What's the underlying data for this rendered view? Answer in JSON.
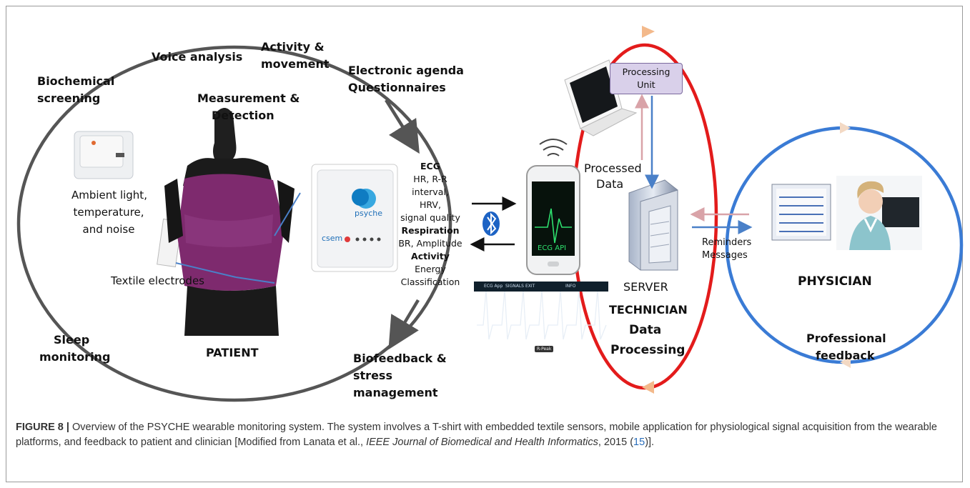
{
  "diagram": {
    "loop_labels": {
      "voice_analysis": "Voice analysis",
      "activity_line1": "Activity &",
      "activity_line2": "movement",
      "agenda_line1": "Electronic agenda",
      "agenda_line2": "Questionnaires",
      "biochem_line1": "Biochemical",
      "biochem_line2": "screening",
      "measure_line1": "Measurement &",
      "measure_line2": "Detection",
      "sleep_line1": "Sleep",
      "sleep_line2": "monitoring",
      "patient": "PATIENT",
      "bio_line1": "Biofeedback &",
      "bio_line2": "stress",
      "bio_line3": "management"
    },
    "ambient": {
      "line1": "Ambient light,",
      "line2": "temperature,",
      "line3": "and noise"
    },
    "textile_electrodes": "Textile electrodes",
    "device_brand": "psyche",
    "device_maker": "csem",
    "sensor_specs": {
      "ecg_title": "ECG",
      "ecg_line1": "HR, R-R interval,",
      "ecg_line2": "HRV,",
      "ecg_line3": "signal quality",
      "resp_title": "Respiration",
      "resp_line1": "BR, Amplitude",
      "act_title": "Activity",
      "act_line1": "Energy",
      "act_line2": "Classification"
    },
    "phone_screen_label": "ECG API",
    "app_screen": {
      "app_name": "ECG App",
      "tab1": "SIGNALS",
      "tab2": "EXIT",
      "tab3": "INFO",
      "badge": "R-Peak"
    },
    "processing_unit_line1": "Processing",
    "processing_unit_line2": "Unit",
    "processed_line1": "Processed",
    "processed_line2": "Data",
    "server_label": "SERVER",
    "technician_line1": "TECHNICIAN",
    "technician_line2": "Data",
    "technician_line3": "Processing",
    "reminders_line1": "Reminders",
    "reminders_line2": "Messages",
    "physician_label": "PHYSICIAN",
    "professional_line1": "Professional",
    "professional_line2": "feedback",
    "colors": {
      "patient_loop": "#555555",
      "technician_loop": "#e31b1b",
      "physician_loop": "#3a7bd5",
      "loop_arrowhead": "#f3b98b",
      "sensor_box": "#c9dcf5",
      "processing_unit": "#d9d0ea",
      "vest": "#7e2a6e"
    }
  },
  "caption": {
    "figure_label": "FIGURE 8 |",
    "text_part1": " Overview of the PSYCHE wearable monitoring system. The system involves a T-shirt with embedded textile sensors, mobile application for physiological signal acquisition from the wearable platforms, and feedback to patient and clinician [Modified from Lanata et al., ",
    "journal": "IEEE Journal of Biomedical and Health Informatics",
    "text_part2": ", 2015 (",
    "ref_number": "15",
    "text_part3": ")]."
  }
}
